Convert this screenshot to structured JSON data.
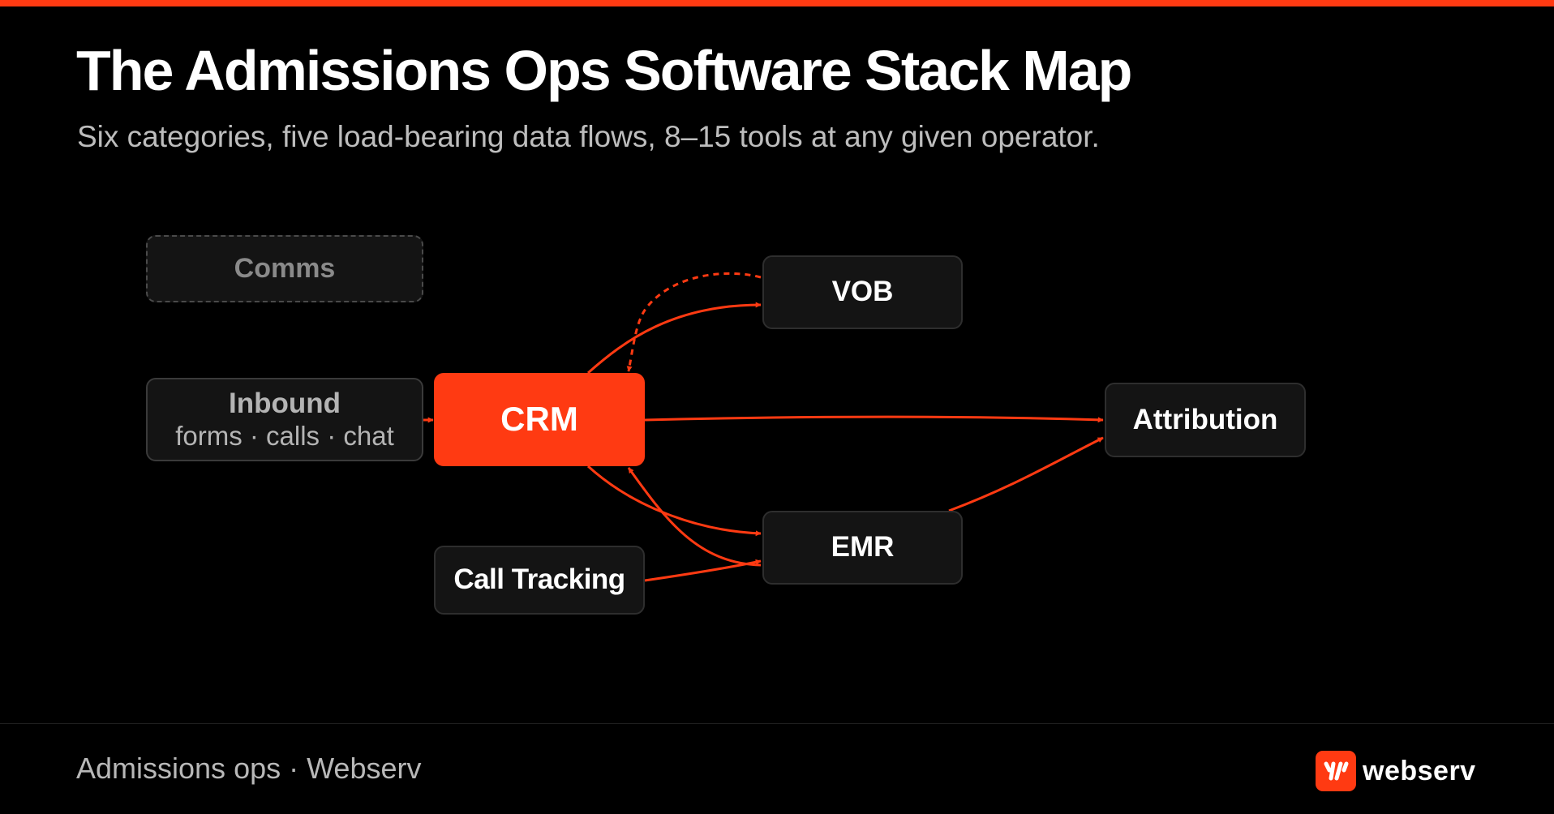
{
  "header": {
    "title": "The Admissions Ops Software Stack Map",
    "subtitle": "Six categories, five load-bearing data flows, 8–15 tools at any given operator."
  },
  "diagram": {
    "nodes": {
      "comms": "Comms",
      "inbound_title": "Inbound",
      "inbound_sub": "forms · calls · chat",
      "crm": "CRM",
      "vob": "VOB",
      "attribution": "Attribution",
      "emr": "EMR",
      "call_tracking": "Call Tracking"
    },
    "flows": [
      {
        "from": "Inbound",
        "to": "CRM",
        "style": "solid"
      },
      {
        "from": "CRM",
        "to": "VOB",
        "style": "solid"
      },
      {
        "from": "VOB",
        "to": "CRM",
        "style": "dashed"
      },
      {
        "from": "CRM",
        "to": "Attribution",
        "style": "solid"
      },
      {
        "from": "CRM",
        "to": "EMR",
        "style": "solid"
      },
      {
        "from": "EMR",
        "to": "CRM",
        "style": "solid"
      },
      {
        "from": "EMR",
        "to": "Attribution",
        "style": "solid"
      },
      {
        "from": "Call Tracking",
        "to": "EMR",
        "style": "solid"
      }
    ],
    "colors": {
      "accent": "#ff3a12",
      "node_bg": "#141414",
      "node_border": "#2e2e2e",
      "background": "#000000"
    }
  },
  "footer": {
    "text": "Admissions ops · Webserv",
    "brand_name": "webserv",
    "brand_icon": "webserv-logo-icon"
  }
}
